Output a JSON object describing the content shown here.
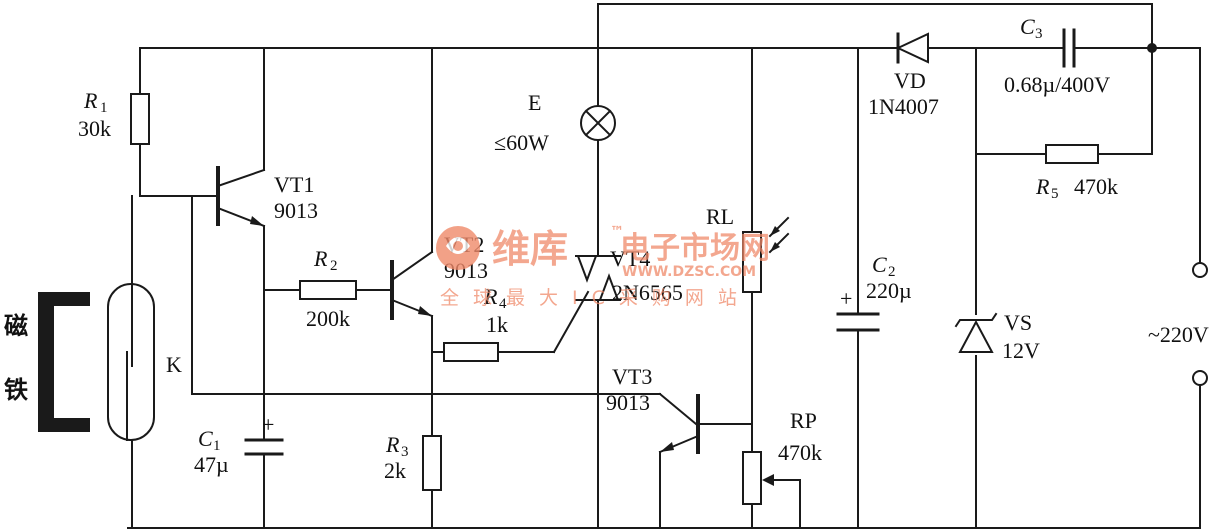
{
  "components": {
    "r1": {
      "ref": "R",
      "sub": "1",
      "value": "30k"
    },
    "r2": {
      "ref": "R",
      "sub": "2",
      "value": "200k"
    },
    "r3": {
      "ref": "R",
      "sub": "3",
      "value": "2k"
    },
    "r4": {
      "ref": "R",
      "sub": "4",
      "value": "1k"
    },
    "r5": {
      "ref": "R",
      "sub": "5",
      "value": "470k"
    },
    "vt1": {
      "ref": "VT1",
      "part": "9013"
    },
    "vt2": {
      "ref": "VT2",
      "part": "9013"
    },
    "vt3": {
      "ref": "VT3",
      "part": "9013"
    },
    "vt4": {
      "ref": "VT4",
      "part": "2N6565"
    },
    "c1": {
      "ref": "C",
      "sub": "1",
      "value": "47µ",
      "polarity": "+"
    },
    "c2": {
      "ref": "C",
      "sub": "2",
      "value": "220µ",
      "polarity": "+"
    },
    "c3": {
      "ref": "C",
      "sub": "3",
      "value": "0.68µ/400V"
    },
    "lamp": {
      "ref": "E",
      "value": "≤60W"
    },
    "diode": {
      "ref": "VD",
      "part": "1N4007"
    },
    "zener": {
      "ref": "VS",
      "value": "12V"
    },
    "ldr": {
      "ref": "RL"
    },
    "pot": {
      "ref": "RP",
      "value": "470k"
    },
    "switch": {
      "ref": "K"
    },
    "magnet": {
      "line1": "磁",
      "line2": "铁"
    },
    "supply": {
      "label": "~220V"
    }
  },
  "watermark": {
    "logo": "维库",
    "tm": "™",
    "title": "电子市场网",
    "url": "WWW.DZSC.COM",
    "slogan": "全球最大IC采购网站"
  },
  "colors": {
    "wire": "#1a1a1a",
    "watermark": "#f08a6a"
  }
}
